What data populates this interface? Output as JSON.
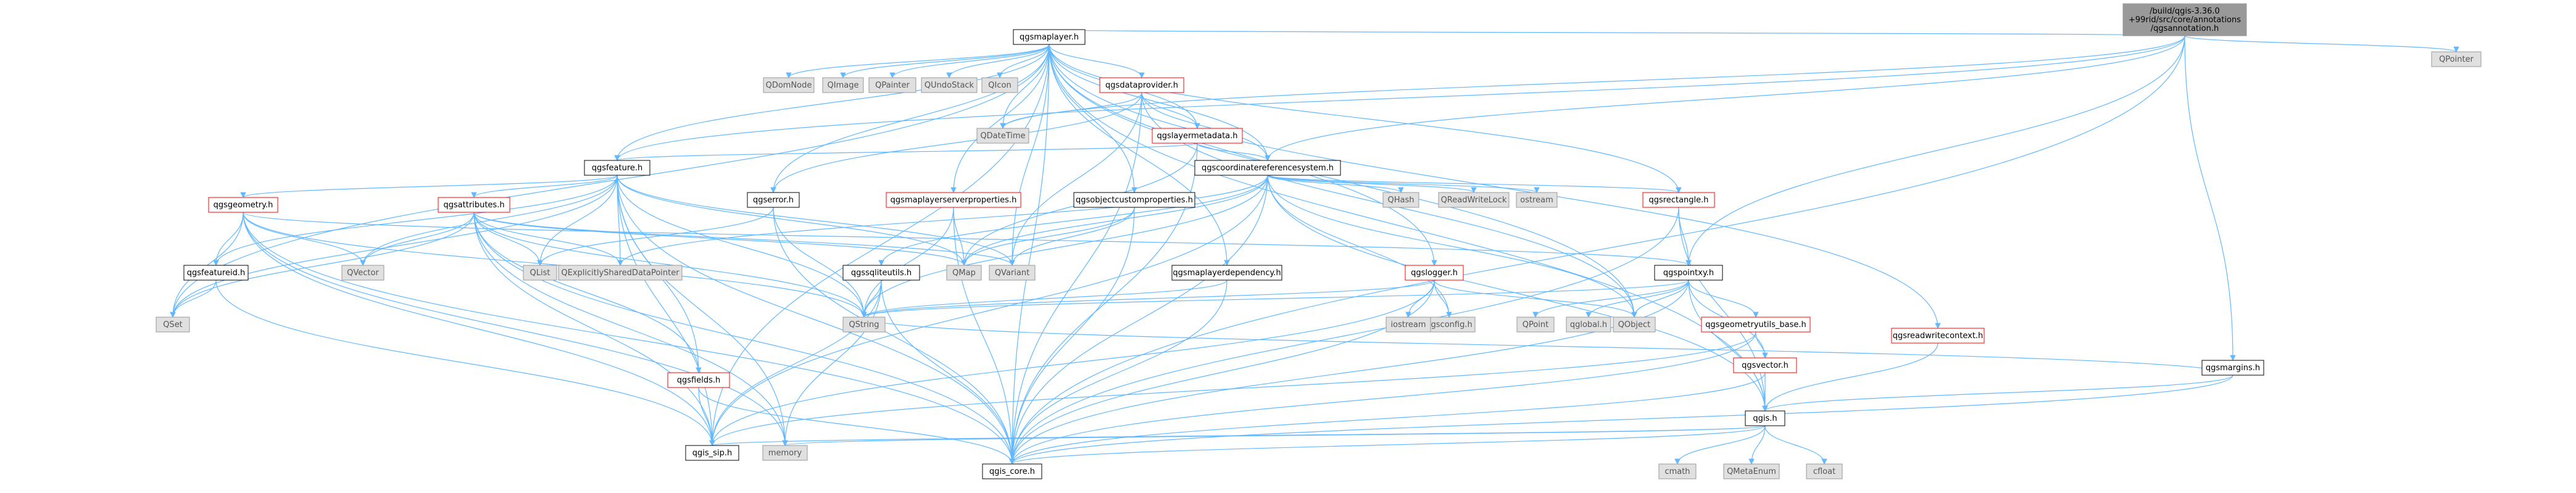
{
  "colors": {
    "edge": "#63B8FF",
    "node_border": "#000000",
    "node_border_ext": "#999999",
    "node_fill": "#FFFFFF",
    "node_fill_ext": "#E0E0E0",
    "root_fill": "#999999",
    "red_text": "#FF0000",
    "black_text": "#000000",
    "grey_text": "#555555"
  },
  "nodes": [
    {
      "id": "root",
      "lines": [
        "/build/qgis-3.36.0",
        "+99rid/src/core/annotations",
        "/qgsannotation.h"
      ],
      "kind": "root"
    },
    {
      "id": "qgsmaplayer",
      "lines": [
        "qgsmaplayer.h"
      ],
      "kind": "normal"
    },
    {
      "id": "qgsmargins",
      "lines": [
        "qgsmargins.h"
      ],
      "kind": "normal"
    },
    {
      "id": "qpointer",
      "lines": [
        "QPointer"
      ],
      "kind": "ext"
    },
    {
      "id": "qdomnode",
      "lines": [
        "QDomNode"
      ],
      "kind": "ext"
    },
    {
      "id": "qimage",
      "lines": [
        "QImage"
      ],
      "kind": "ext"
    },
    {
      "id": "qpainter",
      "lines": [
        "QPainter"
      ],
      "kind": "ext"
    },
    {
      "id": "qundostack",
      "lines": [
        "QUndoStack"
      ],
      "kind": "ext"
    },
    {
      "id": "qicon",
      "lines": [
        "QIcon"
      ],
      "kind": "ext"
    },
    {
      "id": "qgsdataprovider",
      "lines": [
        "qgsdataprovider.h"
      ],
      "kind": "red"
    },
    {
      "id": "qdatetime",
      "lines": [
        "QDateTime"
      ],
      "kind": "ext"
    },
    {
      "id": "qgslayermetadata",
      "lines": [
        "qgslayermetadata.h"
      ],
      "kind": "red"
    },
    {
      "id": "qgsfeature",
      "lines": [
        "qgsfeature.h"
      ],
      "kind": "normal"
    },
    {
      "id": "qgscrs",
      "lines": [
        "qgscoordinatereferencesystem.h"
      ],
      "kind": "normal"
    },
    {
      "id": "qgsgeometry",
      "lines": [
        "qgsgeometry.h"
      ],
      "kind": "red"
    },
    {
      "id": "qgsattributes",
      "lines": [
        "qgsattributes.h"
      ],
      "kind": "red"
    },
    {
      "id": "qgserror",
      "lines": [
        "qgserror.h"
      ],
      "kind": "normal"
    },
    {
      "id": "qgsmaplayerserverprops",
      "lines": [
        "qgsmaplayerserverproperties.h"
      ],
      "kind": "red"
    },
    {
      "id": "qgsobjectcustomprops",
      "lines": [
        "qgsobjectcustomproperties.h"
      ],
      "kind": "normal"
    },
    {
      "id": "qhash",
      "lines": [
        "QHash"
      ],
      "kind": "ext"
    },
    {
      "id": "qreadwritelock",
      "lines": [
        "QReadWriteLock"
      ],
      "kind": "ext"
    },
    {
      "id": "ostream",
      "lines": [
        "ostream"
      ],
      "kind": "ext"
    },
    {
      "id": "qgsrectangle",
      "lines": [
        "qgsrectangle.h"
      ],
      "kind": "red"
    },
    {
      "id": "qgsfeatureid",
      "lines": [
        "qgsfeatureid.h"
      ],
      "kind": "normal"
    },
    {
      "id": "qvector",
      "lines": [
        "QVector"
      ],
      "kind": "ext"
    },
    {
      "id": "qexplicit",
      "lines": [
        "QExplicitlySharedDataPointer"
      ],
      "kind": "ext"
    },
    {
      "id": "qlist",
      "lines": [
        "QList"
      ],
      "kind": "ext"
    },
    {
      "id": "qgssqliteutils",
      "lines": [
        "qgssqliteutils.h"
      ],
      "kind": "normal"
    },
    {
      "id": "qmap",
      "lines": [
        "QMap"
      ],
      "kind": "ext"
    },
    {
      "id": "qvariant",
      "lines": [
        "QVariant"
      ],
      "kind": "ext"
    },
    {
      "id": "qgsmaplayerdependency",
      "lines": [
        "qgsmaplayerdependency.h"
      ],
      "kind": "normal"
    },
    {
      "id": "qgslogger",
      "lines": [
        "qgslogger.h"
      ],
      "kind": "red"
    },
    {
      "id": "qgspointxy",
      "lines": [
        "qgspointxy.h"
      ],
      "kind": "normal"
    },
    {
      "id": "qgsreadwritecontext",
      "lines": [
        "qgsreadwritecontext.h"
      ],
      "kind": "red"
    },
    {
      "id": "qset",
      "lines": [
        "QSet"
      ],
      "kind": "ext"
    },
    {
      "id": "qstring",
      "lines": [
        "QString"
      ],
      "kind": "ext"
    },
    {
      "id": "qgsconfig",
      "lines": [
        "qgsconfig.h"
      ],
      "kind": "ext"
    },
    {
      "id": "iostream",
      "lines": [
        "iostream"
      ],
      "kind": "ext"
    },
    {
      "id": "qobject",
      "lines": [
        "QObject"
      ],
      "kind": "ext"
    },
    {
      "id": "qpoint",
      "lines": [
        "QPoint"
      ],
      "kind": "ext"
    },
    {
      "id": "qglobal",
      "lines": [
        "qglobal.h"
      ],
      "kind": "ext"
    },
    {
      "id": "qgsgeometryutilsbase",
      "lines": [
        "qgsgeometryutils_base.h"
      ],
      "kind": "red"
    },
    {
      "id": "qgsvector",
      "lines": [
        "qgsvector.h"
      ],
      "kind": "red"
    },
    {
      "id": "qgsfields",
      "lines": [
        "qgsfields.h"
      ],
      "kind": "red"
    },
    {
      "id": "qgis",
      "lines": [
        "qgis.h"
      ],
      "kind": "normal"
    },
    {
      "id": "qgissip",
      "lines": [
        "qgis_sip.h"
      ],
      "kind": "normal"
    },
    {
      "id": "memory",
      "lines": [
        "memory"
      ],
      "kind": "ext"
    },
    {
      "id": "qgiscore",
      "lines": [
        "qgis_core.h"
      ],
      "kind": "normal"
    },
    {
      "id": "cmath",
      "lines": [
        "cmath"
      ],
      "kind": "ext"
    },
    {
      "id": "qmetaenum",
      "lines": [
        "QMetaEnum"
      ],
      "kind": "ext"
    },
    {
      "id": "cfloat",
      "lines": [
        "cfloat"
      ],
      "kind": "ext"
    }
  ],
  "edges": [
    [
      "root",
      "qgsmaplayer"
    ],
    [
      "root",
      "qgsmargins"
    ],
    [
      "root",
      "qpointer"
    ],
    [
      "root",
      "qgiscore"
    ],
    [
      "root",
      "qgsfeature"
    ],
    [
      "root",
      "qgscrs"
    ],
    [
      "root",
      "qgspointxy"
    ],
    [
      "root",
      "qdatetime"
    ],
    [
      "qgsmaplayer",
      "qdomnode"
    ],
    [
      "qgsmaplayer",
      "qimage"
    ],
    [
      "qgsmaplayer",
      "qpainter"
    ],
    [
      "qgsmaplayer",
      "qundostack"
    ],
    [
      "qgsmaplayer",
      "qicon"
    ],
    [
      "qgsmaplayer",
      "qgsdataprovider"
    ],
    [
      "qgsmaplayer",
      "qdatetime"
    ],
    [
      "qgsmaplayer",
      "qgslayermetadata"
    ],
    [
      "qgsmaplayer",
      "qgscrs"
    ],
    [
      "qgsmaplayer",
      "qgserror"
    ],
    [
      "qgsmaplayer",
      "qgsmaplayerserverprops"
    ],
    [
      "qgsmaplayer",
      "qgsobjectcustomprops"
    ],
    [
      "qgsmaplayer",
      "qgsrectangle"
    ],
    [
      "qgsmaplayer",
      "qgsmaplayerdependency"
    ],
    [
      "qgsmaplayer",
      "qgslogger"
    ],
    [
      "qgsmaplayer",
      "qgsreadwritecontext"
    ],
    [
      "qgsmaplayer",
      "qgis"
    ],
    [
      "qgsmaplayer",
      "qgissip"
    ],
    [
      "qgsmaplayer",
      "qgiscore"
    ],
    [
      "qgsmaplayer",
      "qset"
    ],
    [
      "qgsmaplayer",
      "qobject"
    ],
    [
      "qgsmaplayer",
      "qvariant"
    ],
    [
      "qgsmaplayer",
      "qgsfeature"
    ],
    [
      "qgsdataprovider",
      "qdatetime"
    ],
    [
      "qgsdataprovider",
      "qgslayermetadata"
    ],
    [
      "qgsdataprovider",
      "qgscrs"
    ],
    [
      "qgsdataprovider",
      "qgiscore"
    ],
    [
      "qgsdataprovider",
      "qobject"
    ],
    [
      "qgsdataprovider",
      "qvariant"
    ],
    [
      "qgsdataprovider",
      "qgserror"
    ],
    [
      "qgslayermetadata",
      "qgscrs"
    ],
    [
      "qgslayermetadata",
      "qgiscore"
    ],
    [
      "qgslayermetadata",
      "qmap"
    ],
    [
      "qgslayermetadata",
      "qgsfeature"
    ],
    [
      "qgsfeature",
      "qgsgeometry"
    ],
    [
      "qgsfeature",
      "qgsattributes"
    ],
    [
      "qgsfeature",
      "qgsfeatureid"
    ],
    [
      "qgsfeature",
      "qgsfields"
    ],
    [
      "qgsfeature",
      "qvector"
    ],
    [
      "qgsfeature",
      "qexplicit"
    ],
    [
      "qgsfeature",
      "qlist"
    ],
    [
      "qgsfeature",
      "qmap"
    ],
    [
      "qgsfeature",
      "qvariant"
    ],
    [
      "qgsfeature",
      "qset"
    ],
    [
      "qgsfeature",
      "qstring"
    ],
    [
      "qgsfeature",
      "qgiscore"
    ],
    [
      "qgsfeature",
      "qgissip"
    ],
    [
      "qgsfeature",
      "memory"
    ],
    [
      "qgscrs",
      "qhash"
    ],
    [
      "qgscrs",
      "qreadwritelock"
    ],
    [
      "qgscrs",
      "ostream"
    ],
    [
      "qgscrs",
      "qgsrectangle"
    ],
    [
      "qgscrs",
      "qgssqliteutils"
    ],
    [
      "qgscrs",
      "qgis"
    ],
    [
      "qgscrs",
      "qgiscore"
    ],
    [
      "qgscrs",
      "qgissip"
    ],
    [
      "qgscrs",
      "qexplicit"
    ],
    [
      "qgscrs",
      "qstring"
    ],
    [
      "qgscrs",
      "qmap"
    ],
    [
      "qgscrs",
      "qobject"
    ],
    [
      "qgscrs",
      "qgsconfig"
    ],
    [
      "qgsgeometry",
      "qgsfeatureid"
    ],
    [
      "qgsgeometry",
      "qgspointxy"
    ],
    [
      "qgsgeometry",
      "qvector"
    ],
    [
      "qgsgeometry",
      "qset"
    ],
    [
      "qgsgeometry",
      "qstring"
    ],
    [
      "qgsgeometry",
      "qgiscore"
    ],
    [
      "qgsgeometry",
      "qgissip"
    ],
    [
      "qgsgeometry",
      "memory"
    ],
    [
      "qgsattributes",
      "qmap"
    ],
    [
      "qgsattributes",
      "qstring"
    ],
    [
      "qgsattributes",
      "qvariant"
    ],
    [
      "qgsattributes",
      "qlist"
    ],
    [
      "qgsattributes",
      "qvector"
    ],
    [
      "qgsattributes",
      "qset"
    ],
    [
      "qgsattributes",
      "qgiscore"
    ],
    [
      "qgsattributes",
      "qgissip"
    ],
    [
      "qgsattributes",
      "qgsfields"
    ],
    [
      "qgsattributes",
      "memory"
    ],
    [
      "qgsattributes",
      "qexplicit"
    ],
    [
      "qgserror",
      "qlist"
    ],
    [
      "qgserror",
      "qstring"
    ],
    [
      "qgserror",
      "qgiscore"
    ],
    [
      "qgsmaplayerserverprops",
      "qmap"
    ],
    [
      "qgsmaplayerserverprops",
      "qstring"
    ],
    [
      "qgsmaplayerserverprops",
      "qgiscore"
    ],
    [
      "qgsobjectcustomprops",
      "qmap"
    ],
    [
      "qgsobjectcustomprops",
      "qvariant"
    ],
    [
      "qgsobjectcustomprops",
      "qgiscore"
    ],
    [
      "qgsrectangle",
      "qgspointxy"
    ],
    [
      "qgsrectangle",
      "qgis"
    ],
    [
      "qgsrectangle",
      "qgiscore"
    ],
    [
      "qgsfeatureid",
      "qset"
    ],
    [
      "qgsfeatureid",
      "qgissip"
    ],
    [
      "qgssqliteutils",
      "qstring"
    ],
    [
      "qgssqliteutils",
      "qgiscore"
    ],
    [
      "qgssqliteutils",
      "qgissip"
    ],
    [
      "qgssqliteutils",
      "memory"
    ],
    [
      "qgsmaplayerdependency",
      "qstring"
    ],
    [
      "qgsmaplayerdependency",
      "qgiscore"
    ],
    [
      "qgslogger",
      "iostream"
    ],
    [
      "qgslogger",
      "qgsconfig"
    ],
    [
      "qgslogger",
      "qobject"
    ],
    [
      "qgslogger",
      "qstring"
    ],
    [
      "qgslogger",
      "qgiscore"
    ],
    [
      "qgslogger",
      "qgissip"
    ],
    [
      "qgspointxy",
      "qgsvector"
    ],
    [
      "qgspointxy",
      "qgsgeometryutilsbase"
    ],
    [
      "qgspointxy",
      "qgis"
    ],
    [
      "qgspointxy",
      "qpoint"
    ],
    [
      "qgspointxy",
      "qglobal"
    ],
    [
      "qgspointxy",
      "qobject"
    ],
    [
      "qgspointxy",
      "qstring"
    ],
    [
      "qgspointxy",
      "qgiscore"
    ],
    [
      "qgsgeometryutilsbase",
      "qgsvector"
    ],
    [
      "qgsgeometryutilsbase",
      "qgiscore"
    ],
    [
      "qgsgeometryutilsbase",
      "qgissip"
    ],
    [
      "qgsvector",
      "qgis"
    ],
    [
      "qgsvector",
      "qgiscore"
    ],
    [
      "qgsmargins",
      "qgis"
    ],
    [
      "qgsmargins",
      "qgiscore"
    ],
    [
      "qgsmargins",
      "qstring"
    ],
    [
      "qgsreadwritecontext",
      "qgis"
    ],
    [
      "qgsfields",
      "qgiscore"
    ],
    [
      "qgsfields",
      "qgissip"
    ],
    [
      "qgis",
      "qgissip"
    ],
    [
      "qgis",
      "memory"
    ],
    [
      "qgis",
      "qgiscore"
    ],
    [
      "qgis",
      "cmath"
    ],
    [
      "qgis",
      "qmetaenum"
    ],
    [
      "qgis",
      "cfloat"
    ]
  ]
}
